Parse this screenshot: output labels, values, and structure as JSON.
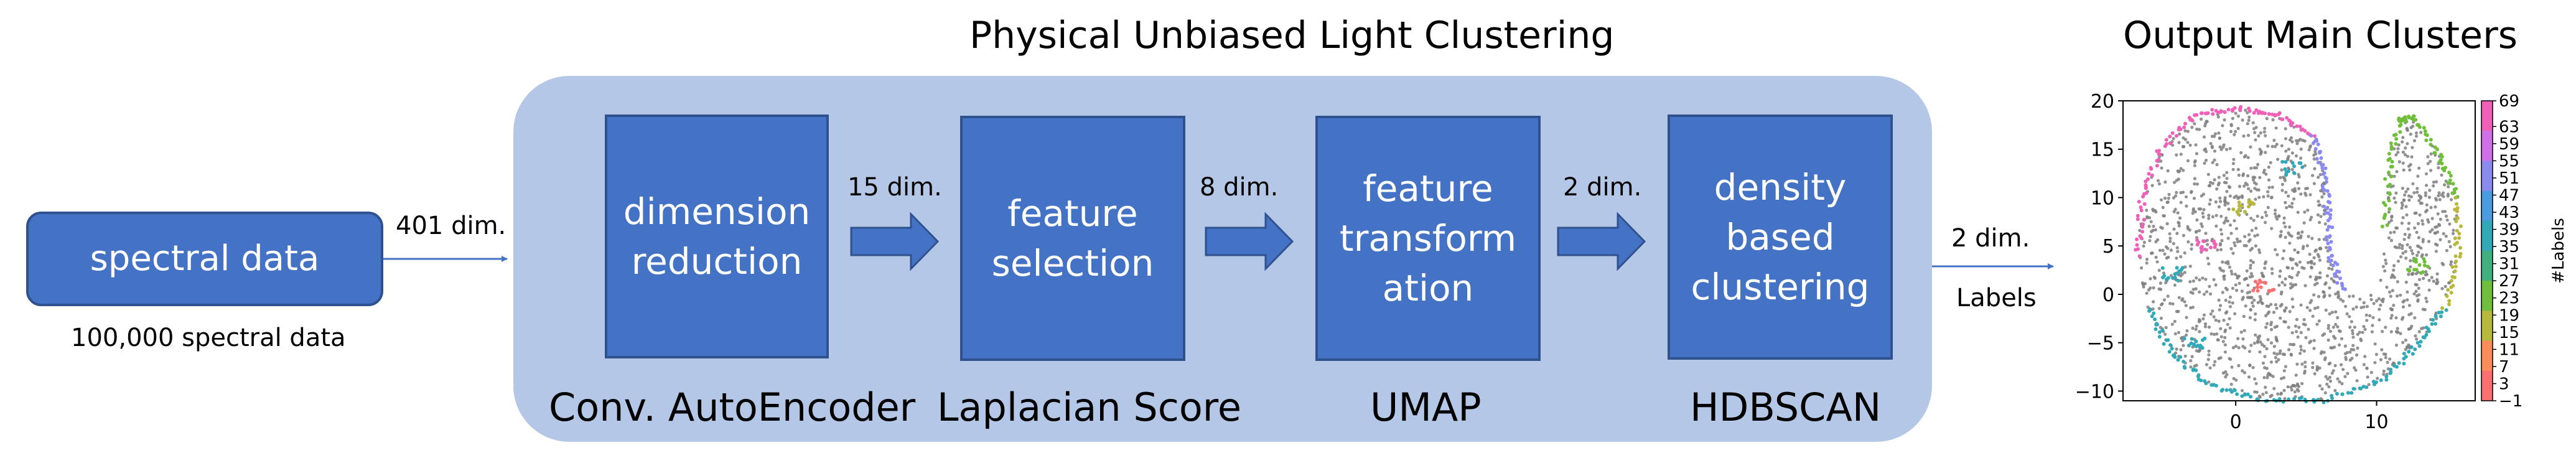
{
  "pipeline_title": "Physical Unbiased Light Clustering",
  "output_title": "Output Main Clusters",
  "input": {
    "label": "spectral data",
    "caption": "100,000 spectral data",
    "dim_label": "401 dim."
  },
  "steps": [
    {
      "lines": [
        "dimension",
        "reduction"
      ],
      "method": "Conv. AutoEncoder",
      "out_dim": "15 dim."
    },
    {
      "lines": [
        "feature",
        "selection"
      ],
      "method": "Laplacian Score",
      "out_dim": "8 dim."
    },
    {
      "lines": [
        "feature",
        "transform",
        "ation"
      ],
      "method": "UMAP",
      "out_dim": "2 dim."
    },
    {
      "lines": [
        "density",
        "based",
        "clustering"
      ],
      "method": "HDBSCAN"
    }
  ],
  "output": {
    "dim_label": "2 dim.",
    "labels_label": "Labels"
  },
  "colors": {
    "box_fill": "#4472c4",
    "box_border": "#2f528f",
    "panel": "#b4c7e7",
    "arrow": "#4472c4",
    "scatter_gray": "#7f7f7f"
  },
  "chart_data": {
    "type": "scatter",
    "title": "Output Main Clusters",
    "xlabel": "",
    "ylabel": "",
    "xlim": [
      -8,
      17
    ],
    "ylim": [
      -11,
      20
    ],
    "xticks": [
      0,
      10
    ],
    "yticks": [
      20,
      15,
      10,
      5,
      0,
      -5,
      -10
    ],
    "colorbar": {
      "label": "#Labels",
      "range": [
        -1,
        69
      ],
      "ticks": [
        69,
        63,
        59,
        55,
        51,
        47,
        43,
        39,
        35,
        31,
        27,
        23,
        19,
        15,
        11,
        7,
        3,
        -1
      ],
      "colormap": [
        "#ff6f6f",
        "#ff8c5a",
        "#b8b83a",
        "#6fbf3a",
        "#3fb07f",
        "#30a9b8",
        "#4a9be0",
        "#8a8af0",
        "#d070e8",
        "#f060b8"
      ]
    },
    "clusters": [
      {
        "label": -1,
        "color": "#7f7f7f",
        "note": "noise"
      },
      {
        "label": 69,
        "color": "#f060b8"
      },
      {
        "label": 43,
        "color": "#30a9b8"
      },
      {
        "label": 23,
        "color": "#6fbf3a"
      },
      {
        "label": 3,
        "color": "#ff6f6f"
      },
      {
        "label": 51,
        "color": "#8a8af0"
      },
      {
        "label": 15,
        "color": "#b8b83a"
      }
    ]
  }
}
